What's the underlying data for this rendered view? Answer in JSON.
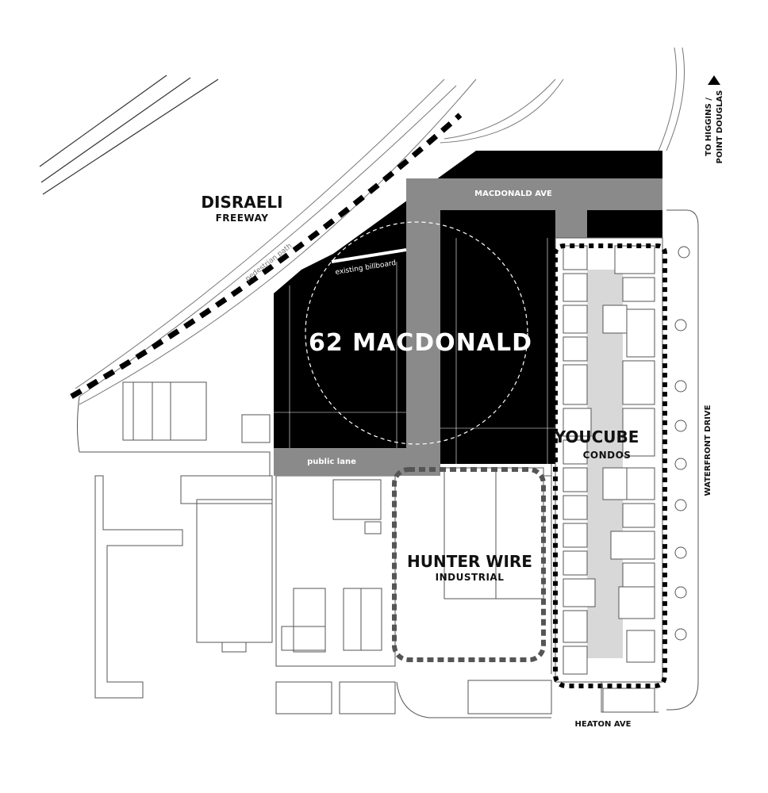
{
  "colors": {
    "site": "#000000",
    "road": "#8a8a8a",
    "building_line": "#666666",
    "boundary": "#111111"
  },
  "labels": {
    "site_name": "62 MACDONALD",
    "billboard": "existing billboard",
    "freeway_name": "DISRAELI",
    "freeway_sub": "FREEWAY",
    "pedestrian": "pedestrian path",
    "macdonald_ave": "MACDONALD AVE",
    "public_lane": "public lane",
    "hunter_name": "HUNTER WIRE",
    "hunter_sub": "INDUSTRIAL",
    "youcube_name": "YOUCUBE",
    "youcube_sub": "CONDOS",
    "waterfront": "WATERFRONT DRIVE",
    "heaton": "HEATON AVE",
    "to_higgins_1": "TO HIGGINS /",
    "to_higgins_2": "POINT DOUGLAS"
  },
  "icons": {
    "direction": "triangle-up-icon"
  }
}
